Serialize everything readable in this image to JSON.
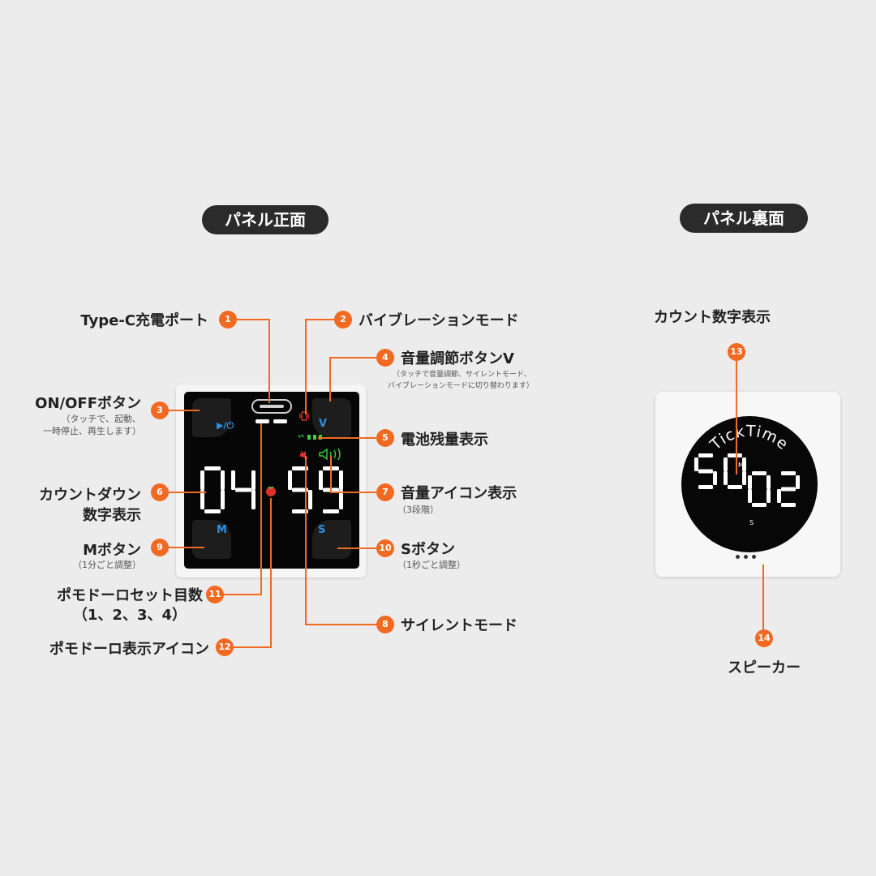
{
  "headers": {
    "front": "パネル正面",
    "back": "パネル裏面"
  },
  "front_labels": {
    "l1": {
      "num": "1",
      "title": "Type-C充電ポート"
    },
    "l2": {
      "num": "2",
      "title": "バイブレーションモード"
    },
    "l3": {
      "num": "3",
      "title": "ON/OFFボタン",
      "sub1": "（タッチで、起動、",
      "sub2": "一時停止、再生します）"
    },
    "l4": {
      "num": "4",
      "title": "音量調節ボタンV",
      "sub1": "（タッチで音量調節、サイレントモード、",
      "sub2": "バイブレーションモードに切り替わります）"
    },
    "l5": {
      "num": "5",
      "title": "電池残量表示"
    },
    "l6": {
      "num": "6",
      "title1": "カウントダウン",
      "title2": "数字表示"
    },
    "l7": {
      "num": "7",
      "title": "音量アイコン表示",
      "sub": "（3段階）"
    },
    "l8": {
      "num": "8",
      "title": "サイレントモード"
    },
    "l9": {
      "num": "9",
      "title": "Mボタン",
      "sub": "（1分ごと調整）"
    },
    "l10": {
      "num": "10",
      "title": "Sボタン",
      "sub": "（1秒ごと調整）"
    },
    "l11": {
      "num": "11",
      "title1": "ポモドーロセット目数",
      "title2": "（1、2、3、4）"
    },
    "l12": {
      "num": "12",
      "title": "ポモドーロ表示アイコン"
    }
  },
  "back_labels": {
    "l13": {
      "num": "13",
      "title": "カウント数字表示"
    },
    "l14": {
      "num": "14",
      "title": "スピーカー"
    }
  },
  "front_device": {
    "minutes": "04",
    "seconds": "59",
    "button_m": "M",
    "button_s": "S",
    "button_v": "V",
    "play_symbol": "▶/⏻"
  },
  "back_device": {
    "brand": "TickTime",
    "minutes": "50",
    "seconds": "02",
    "m_mark": "M",
    "s_mark": "S"
  },
  "colors": {
    "accent": "#f26a22",
    "button_blue": "#2f8fe0",
    "battery_green": "#3ccf3c",
    "alert_red": "#e0302a",
    "pill_bg": "#2b2b2b"
  },
  "icons": [
    "usb-c-port-icon",
    "vibration-icon",
    "battery-icon",
    "volume-icon",
    "mute-icon",
    "pomodoro-tomato-icon",
    "speaker-grille-icon"
  ]
}
